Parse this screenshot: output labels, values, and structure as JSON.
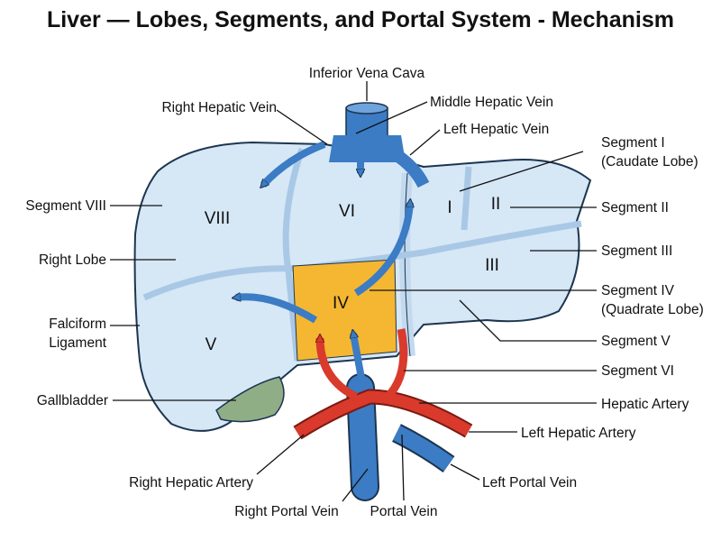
{
  "title": "Liver — Lobes, Segments, and Portal System - Mechanism",
  "colors": {
    "liver": "#d6e7f6",
    "liver_outline": "#1c3550",
    "segment_iv": "#f5b731",
    "portal_vein": "#3b7cc4",
    "hepatic_artery": "#d93a2c",
    "gallbladder": "#8fae86"
  },
  "segments": {
    "viii": "VIII",
    "vi": "VI",
    "i": "I",
    "ii": "II",
    "iii": "III",
    "iv": "IV",
    "v": "V"
  },
  "labels": {
    "ivc": "Inferior Vena Cava",
    "middle_hepatic_vein": "Middle Hepatic Vein",
    "right_hepatic_vein": "Right Hepatic Vein",
    "left_hepatic_vein": "Left Hepatic Vein",
    "segment_i_line1": "Segment I",
    "segment_i_line2": "(Caudate Lobe)",
    "segment_viii": "Segment VIII",
    "segment_ii": "Segment II",
    "right_lobe": "Right Lobe",
    "segment_iii": "Segment III",
    "falciform_line1": "Falciform",
    "falciform_line2": "Ligament",
    "segment_iv_line1": "Segment IV",
    "segment_iv_line2": "(Quadrate Lobe)",
    "segment_v": "Segment V",
    "segment_vi": "Segment VI",
    "gallbladder": "Gallbladder",
    "hepatic_artery": "Hepatic Artery",
    "left_hepatic_artery": "Left Hepatic Artery",
    "right_hepatic_artery": "Right Hepatic Artery",
    "left_portal_vein": "Left Portal Vein",
    "right_portal_vein": "Right Portal Vein",
    "portal_vein": "Portal Vein"
  }
}
